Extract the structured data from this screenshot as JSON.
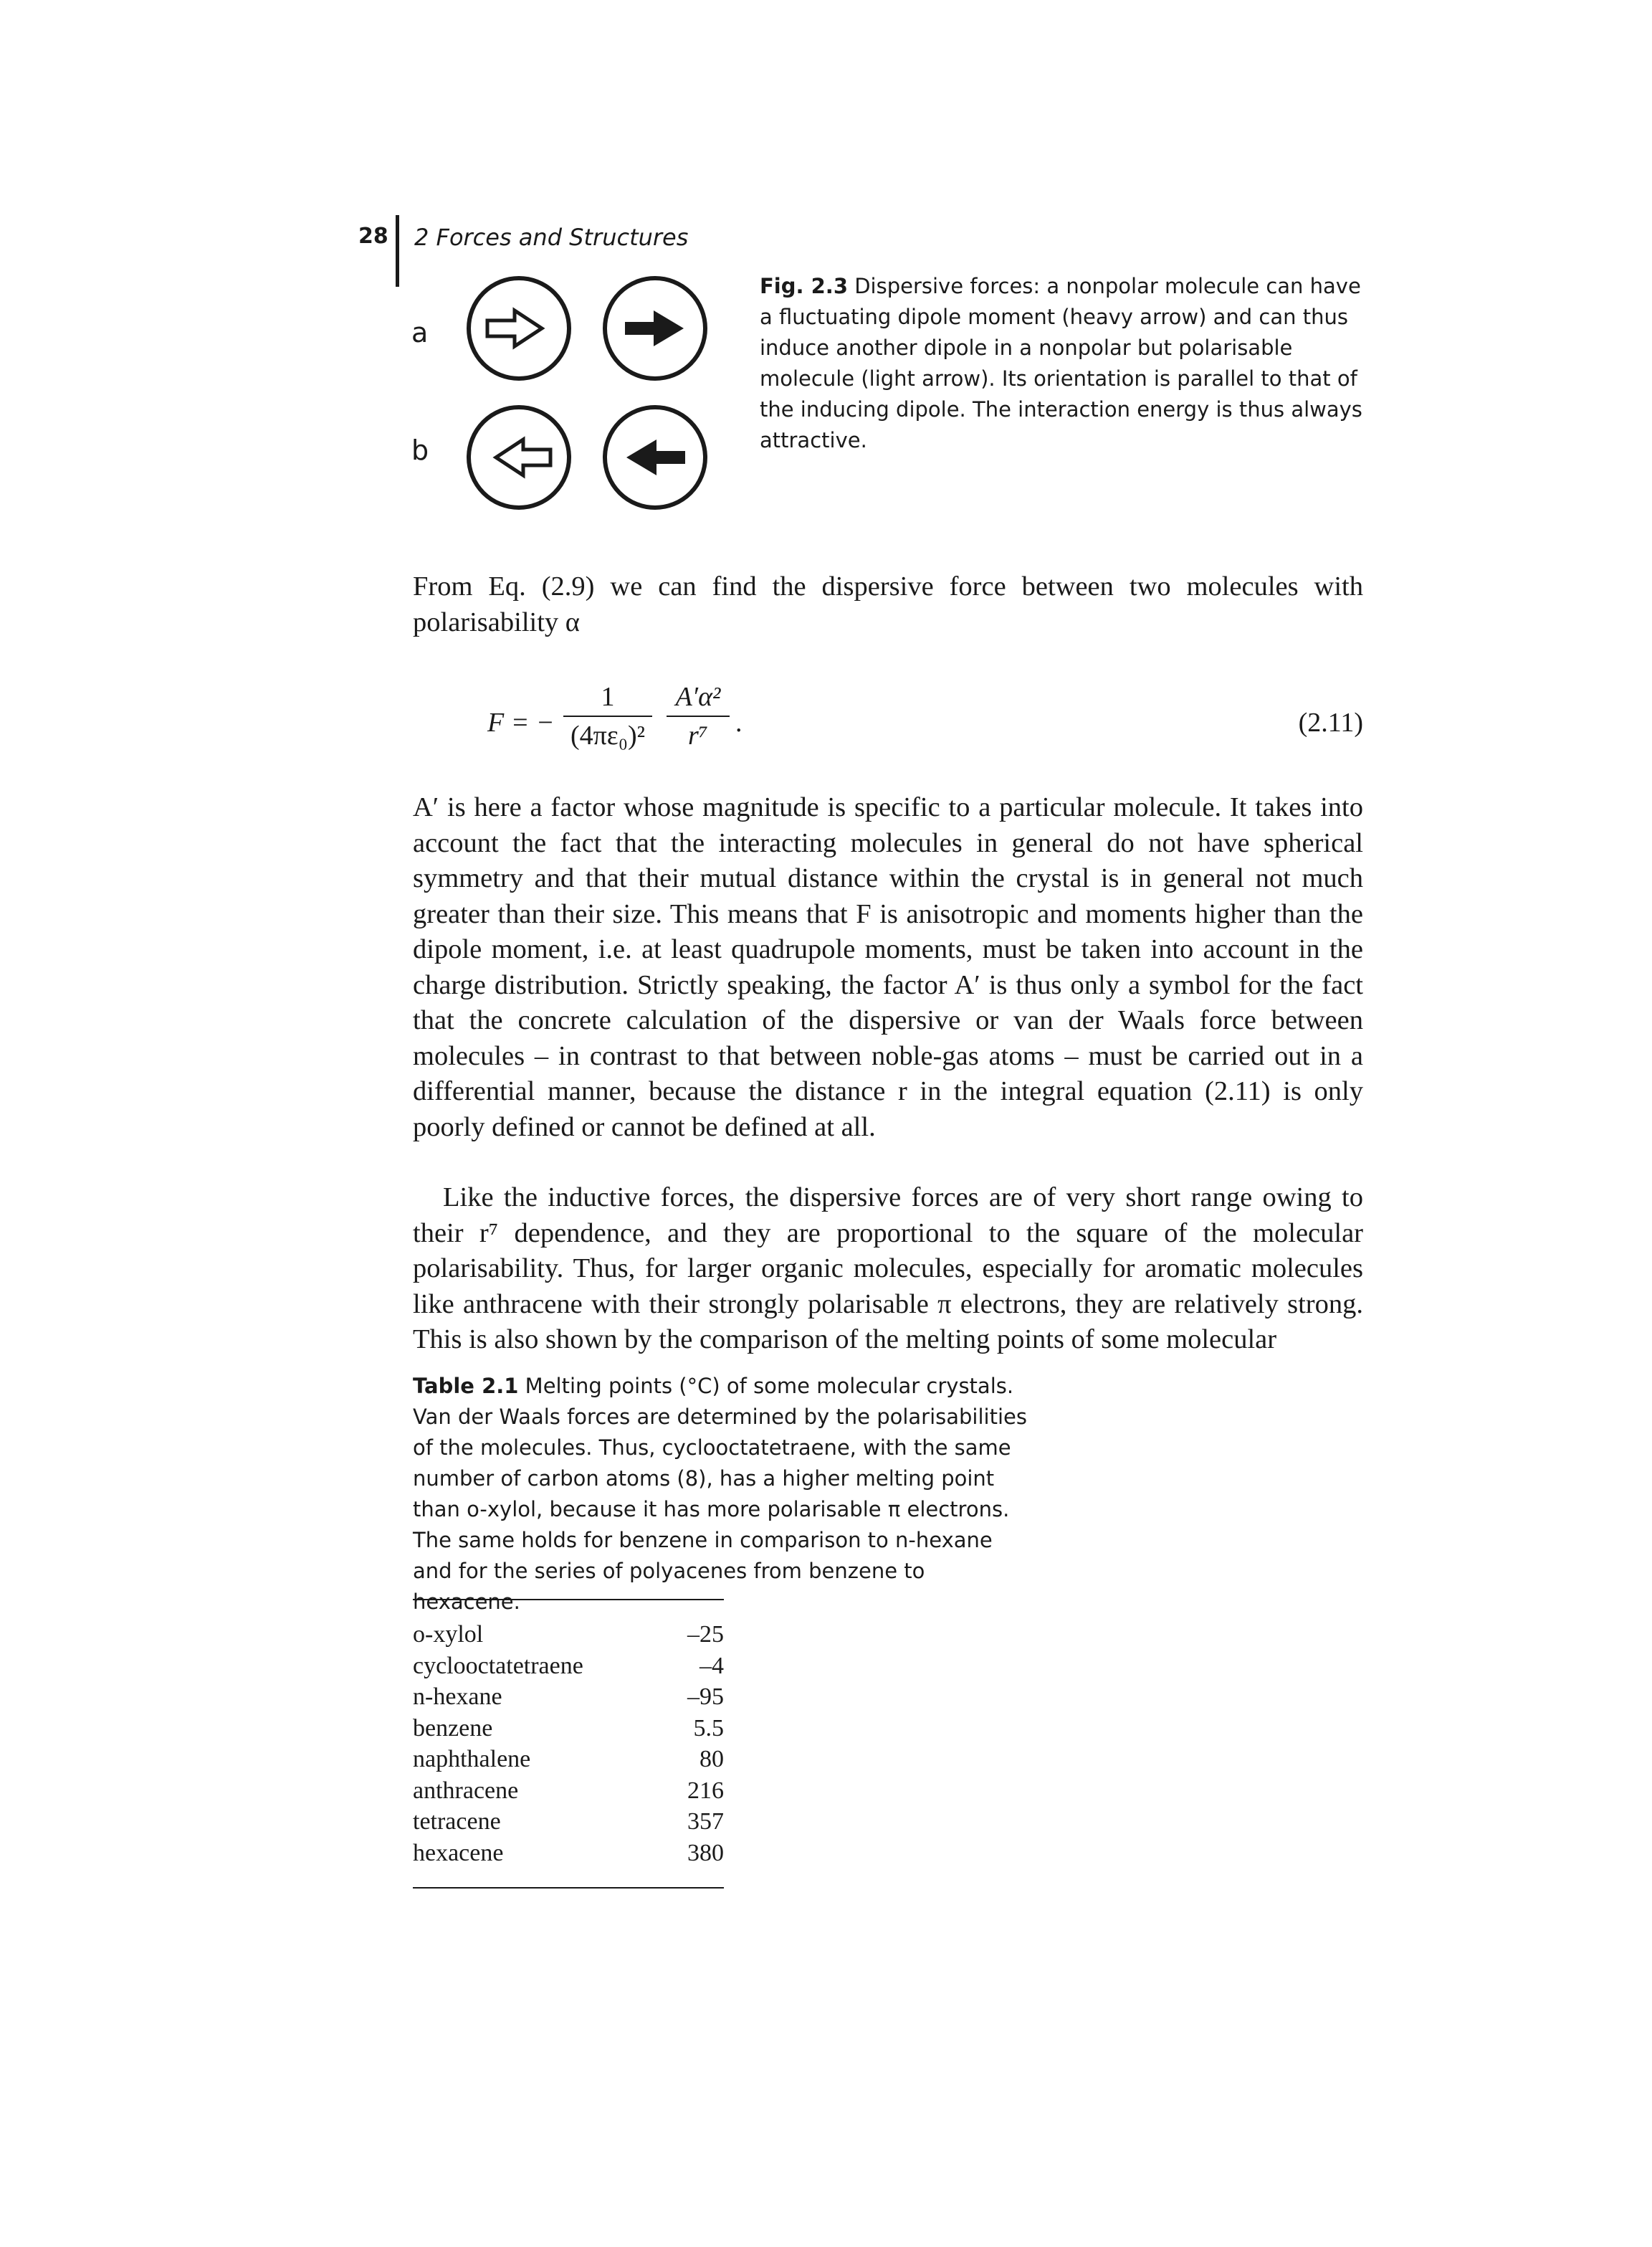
{
  "header": {
    "page_number": "28",
    "running_head": "2 Forces and Structures"
  },
  "figure": {
    "panels": [
      {
        "label": "a",
        "left_arrow": "light arrow pointing right",
        "right_arrow": "heavy arrow pointing right"
      },
      {
        "label": "b",
        "left_arrow": "light arrow pointing left",
        "right_arrow": "heavy arrow pointing left"
      }
    ],
    "caption_label": "Fig. 2.3",
    "caption_text": "Dispersive forces: a nonpolar molecule can have a fluctuating dipole moment (heavy arrow) and can thus induce another dipole in a nonpolar but polarisable molecule (light arrow). Its orientation is parallel to that of the inducing dipole. The interaction energy is thus always attractive."
  },
  "text": {
    "intro": "From Eq. (2.9) we can find the dispersive force between two molecules with polarisability α",
    "para1": "A′ is here a factor whose magnitude is specific to a particular molecule. It takes into account the fact that the interacting molecules in general do not have spherical symmetry and that their mutual distance within the crystal is in general not much greater than their size. This means that F is anisotropic and moments higher than the dipole moment, i.e. at least quadrupole moments, must be taken into account in the charge distribution. Strictly speaking, the factor A′ is thus only a symbol for the fact that the concrete calculation of the dispersive or van der Waals force between molecules – in contrast to that between noble-gas atoms – must be carried out in a differential manner, because the distance r in the integral equation (2.11) is only poorly defined or cannot be defined at all.",
    "para2": "Like the inductive forces, the dispersive forces are of very short range owing to their r⁷ dependence, and they are proportional to the square of the molecular polarisability. Thus, for larger organic molecules, especially for aromatic molecules like anthracene with their strongly polarisable π electrons, they are relatively strong. This is also shown by the comparison of the melting points of some molecular"
  },
  "equation": {
    "lhs": "F = −",
    "frac1_num": "1",
    "frac1_den": "(4πε₀)²",
    "frac2_num": "A′α²",
    "frac2_den": "r⁷",
    "trailing": ".",
    "number": "(2.11)"
  },
  "table": {
    "caption_label": "Table 2.1",
    "caption_text": "Melting points (°C) of some molecular crystals. Van der Waals forces are determined by the polarisabilities of the molecules. Thus, cyclooctatetraene, with the same number of carbon atoms (8), has a higher melting point than o-xylol, because it has more polarisable π electrons. The same holds for benzene in comparison to n-hexane and for the series of polyacenes from benzene to hexacene.",
    "rows": [
      {
        "name": "o-xylol",
        "value": "–25"
      },
      {
        "name": "cyclooctatetraene",
        "value": "–4"
      },
      {
        "name": "n-hexane",
        "value": "–95"
      },
      {
        "name": "benzene",
        "value": "5.5"
      },
      {
        "name": "naphthalene",
        "value": "80"
      },
      {
        "name": "anthracene",
        "value": "216"
      },
      {
        "name": "tetracene",
        "value": "357"
      },
      {
        "name": "hexacene",
        "value": "380"
      }
    ]
  }
}
